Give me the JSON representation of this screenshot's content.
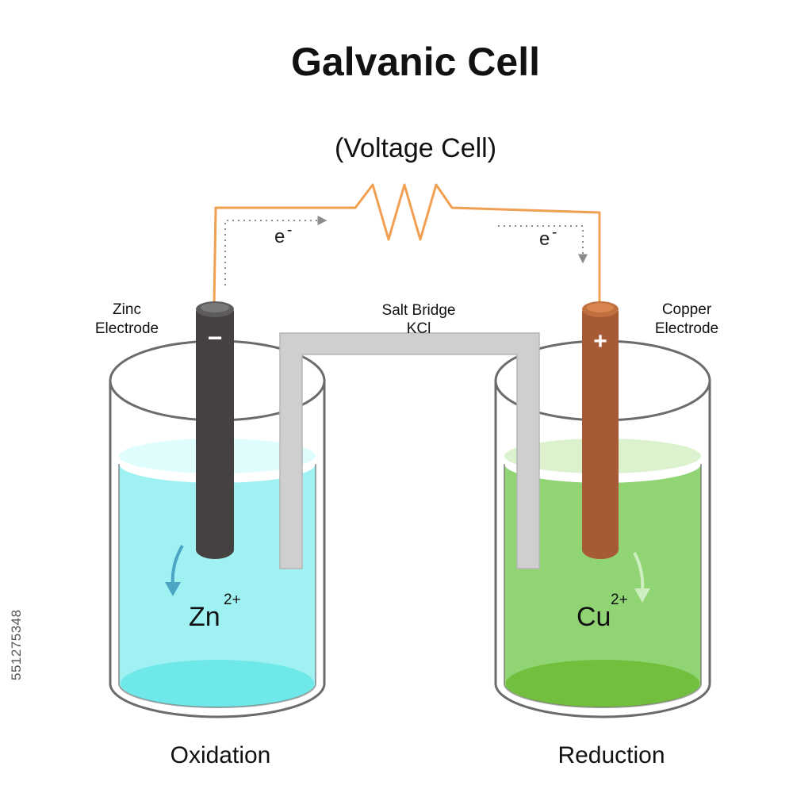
{
  "title": "Galvanic Cell",
  "subtitle": "(Voltage Cell)",
  "colors": {
    "wire": "#f0a050",
    "zinc_electrode": "#444140",
    "copper_electrode": "#a65a35",
    "zinc_solution": "#8ff0f0",
    "copper_solution": "#88d068",
    "salt_bridge": "#cfcfcf",
    "beaker_outline": "#6b6b6b"
  },
  "zinc": {
    "label_line1": "Zinc",
    "label_line2": "Electrode",
    "sign": "−",
    "ion": "Zn",
    "ion_charge": "2+",
    "process": "Oxidation"
  },
  "copper": {
    "label_line1": "Copper",
    "label_line2": "Electrode",
    "sign": "+",
    "ion": "Cu",
    "ion_charge": "2+",
    "process": "Reduction"
  },
  "salt_bridge": {
    "label_line1": "Salt Bridge",
    "label_line2": "KCl"
  },
  "electron_flow": {
    "left_label": "e",
    "left_superscript": "-",
    "right_label": "e",
    "right_superscript": "-"
  },
  "stock_id": "551275348",
  "icons": [
    "resistor-icon",
    "electron-flow-arrow-icon",
    "ion-flow-arrow-icon"
  ]
}
